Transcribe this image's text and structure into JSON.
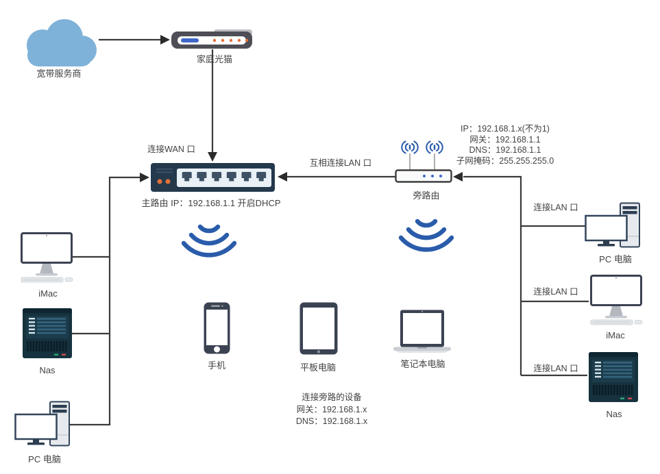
{
  "diagram_title": "home-network-topology",
  "colors": {
    "cloud_blue": "#7fb2d9",
    "wifi_blue": "#2a5caa",
    "router_body": "#24394c",
    "accent_orange": "#e2703a",
    "line_dark": "#3a3a3a",
    "device_dark": "#3b4252",
    "nas_body": "#16323e"
  },
  "nodes": {
    "isp_cloud": {
      "label": "宽带服务商"
    },
    "modem": {
      "label": "家庭光猫"
    },
    "main_router": {
      "caption": "主路由 IP：192.168.1.1 开启DHCP"
    },
    "side_router": {
      "label": "旁路由",
      "config": {
        "ip": "IP：192.168.1.x(不为1)",
        "gateway": "网关：192.168.1.1",
        "dns": "DNS：192.168.1.1",
        "netmask": "子网掩码：255.255.255.0"
      }
    },
    "left_devices": [
      {
        "label": "iMac"
      },
      {
        "label": "Nas"
      },
      {
        "label": "PC 电脑"
      }
    ],
    "wireless_devices": [
      {
        "label": "手机"
      },
      {
        "label": "平板电脑"
      },
      {
        "label": "笔记本电脑"
      }
    ],
    "right_devices": [
      {
        "label": "PC 电脑",
        "port_note": "连接LAN 口"
      },
      {
        "label": "iMac",
        "port_note": "连接LAN 口"
      },
      {
        "label": "Nas",
        "port_note": "连接LAN 口"
      }
    ]
  },
  "annotations": {
    "wan_port": "连接WAN 口",
    "mutual_lan": "互相连接LAN 口",
    "side_clients_note": {
      "title": "连接旁路的设备",
      "gateway": "网关：192.168.1.x",
      "dns": "DNS：192.168.1.x"
    }
  }
}
